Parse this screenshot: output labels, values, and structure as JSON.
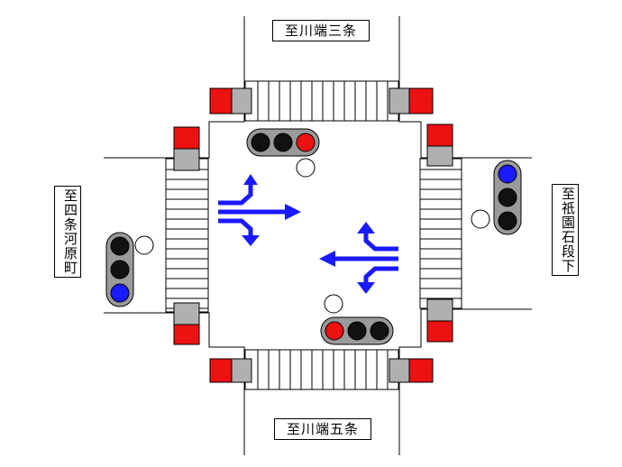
{
  "labels": {
    "north": "至川端三条",
    "south": "至川端五条",
    "west": "至四条河原町",
    "east": "至祇園石段下"
  },
  "signals": {
    "north_vehicle": {
      "lamps": [
        "off",
        "off",
        "red"
      ]
    },
    "south_vehicle": {
      "lamps": [
        "red",
        "off",
        "off"
      ]
    },
    "west_vehicle": {
      "lamps": [
        "off",
        "off",
        "blue"
      ]
    },
    "east_vehicle": {
      "lamps": [
        "blue",
        "off",
        "off"
      ]
    }
  },
  "colors": {
    "arrow": "#1a1aff",
    "ped_red": "#ee1111",
    "ped_gray": "#b0b0b0",
    "lamp_red": "#ee1111",
    "lamp_blue": "#1a1aff",
    "lamp_off": "#111111",
    "housing": "#9a9a9a"
  }
}
